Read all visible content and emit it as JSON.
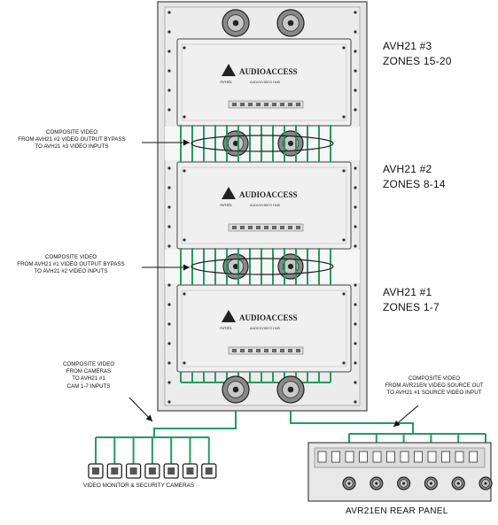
{
  "units": [
    {
      "name": "AVH21 #3",
      "zones": "ZONES 15-20"
    },
    {
      "name": "AVH21 #2",
      "zones": "ZONES 8-14"
    },
    {
      "name": "AVH21 #1",
      "zones": "ZONES 1-7"
    }
  ],
  "brand": {
    "name": "AUDIOACCESS",
    "model": "AVH21",
    "subtitle": "AUDIO/VIDEO HUB"
  },
  "notes": {
    "note1": [
      "COMPOSITE VIDEO",
      "FROM AVH21 #2 VIDEO OUTPUT BYPASS",
      "TO AVH21 #3 VIDEO INPUTS"
    ],
    "note2": [
      "COMPOSITE VIDEO",
      "FROM AVH21 #1 VIDEO OUTPUT BYPASS",
      "TO AVH21 #2 VIDEO INPUTS"
    ],
    "cameras_note": [
      "COMPOSITE VIDEO",
      "FROM CAMERAS",
      "TO AVH21 #1",
      "CAM 1-7 INPUTS"
    ],
    "source_note": [
      "COMPOSITE VIDEO",
      "FROM AVR21EN VIDEO SOURCE OUT",
      "TO AVH21 #1 SOURCE VIDEO INPUT"
    ]
  },
  "cameras_label": "VIDEO MONITOR & SECURITY CAMERAS",
  "rear_panel_label": "AVR21EN REAR PANEL",
  "colors": {
    "cable": "#1f9e5f",
    "rack": "#e6e6e6",
    "unit": "#f0f0f0",
    "outline": "#444444"
  }
}
